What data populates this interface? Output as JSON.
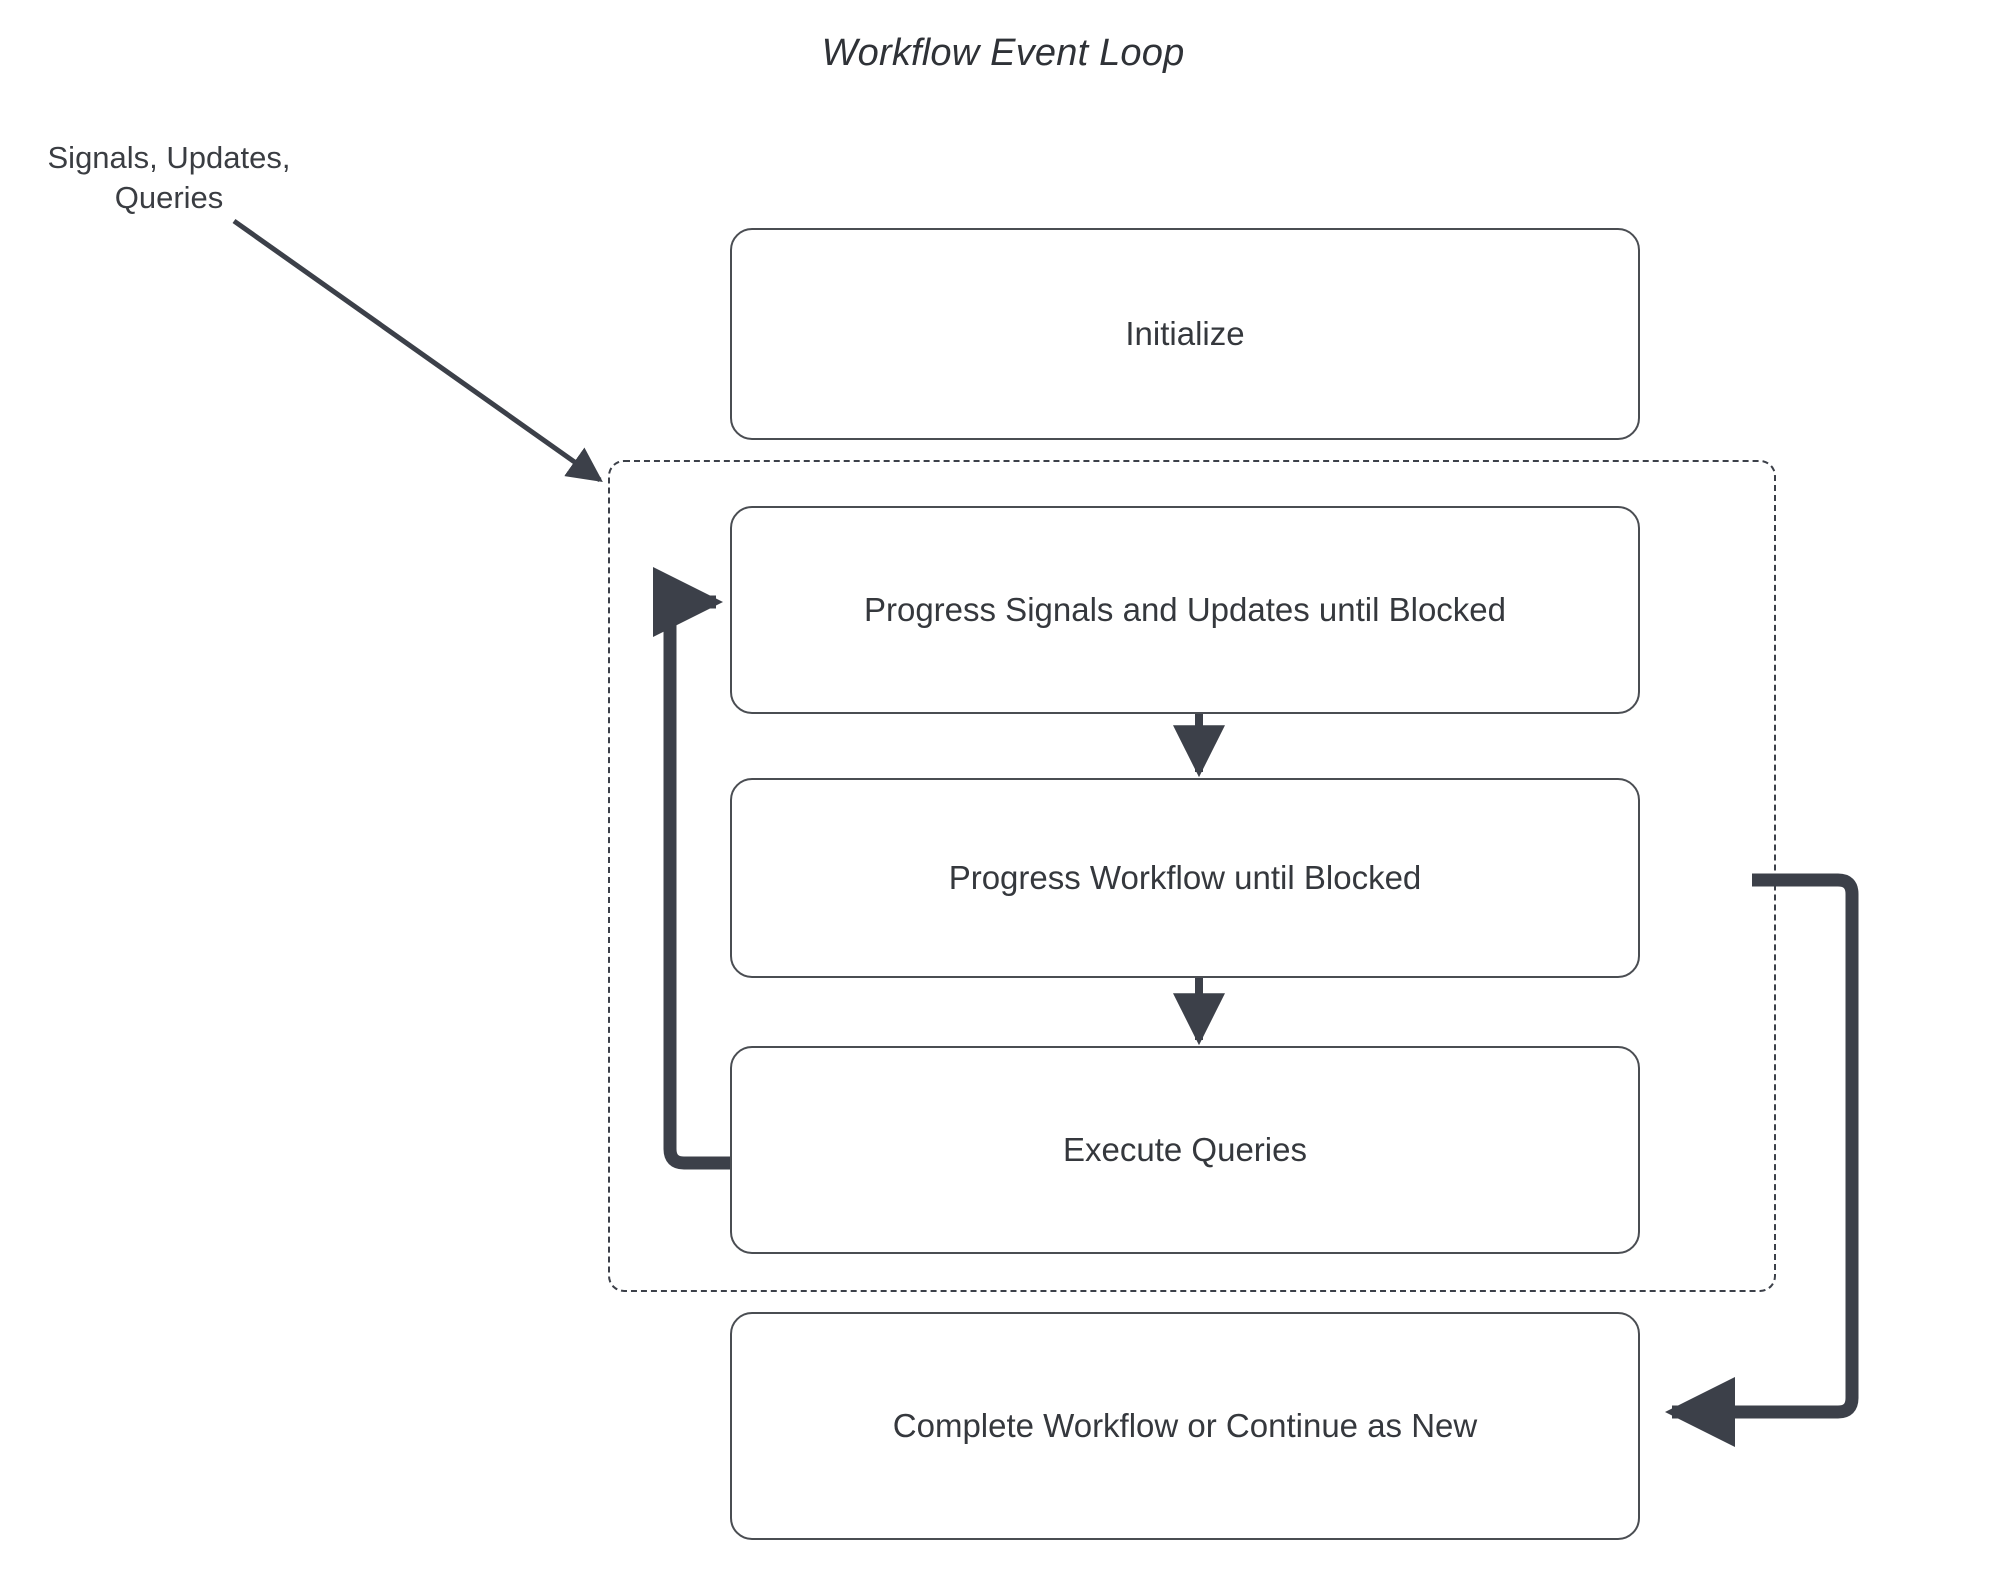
{
  "diagram": {
    "title": "Workflow Event Loop",
    "type": "flowchart",
    "external_inputs": {
      "label_line_1": "Signals, Updates,",
      "label_line_2": "Queries",
      "target": "workflow-event-loop-container"
    },
    "nodes": [
      {
        "id": "initialize",
        "label": "Initialize"
      },
      {
        "id": "progress-signals",
        "label": "Progress Signals and Updates until Blocked"
      },
      {
        "id": "progress-workflow",
        "label": "Progress Workflow until Blocked"
      },
      {
        "id": "execute-queries",
        "label": "Execute Queries"
      },
      {
        "id": "complete",
        "label": "Complete Workflow or Continue as New"
      }
    ],
    "loop_container": {
      "style": "dashed",
      "contains": [
        "progress-signals",
        "progress-workflow",
        "execute-queries"
      ]
    },
    "edges": [
      {
        "from": "external-inputs",
        "to": "loop-container",
        "style": "diagonal-thin-arrow"
      },
      {
        "from": "progress-signals",
        "to": "progress-workflow",
        "style": "vertical-thin-arrow"
      },
      {
        "from": "progress-workflow",
        "to": "execute-queries",
        "style": "vertical-thin-arrow"
      },
      {
        "from": "execute-queries",
        "to": "progress-signals",
        "style": "thick-loop-back-left"
      },
      {
        "from": "loop-container",
        "to": "complete",
        "style": "thick-exit-right"
      }
    ],
    "colors": {
      "stroke": "#3c4049",
      "box_border": "#4a4d52",
      "text": "#35383d",
      "background": "#ffffff"
    }
  }
}
